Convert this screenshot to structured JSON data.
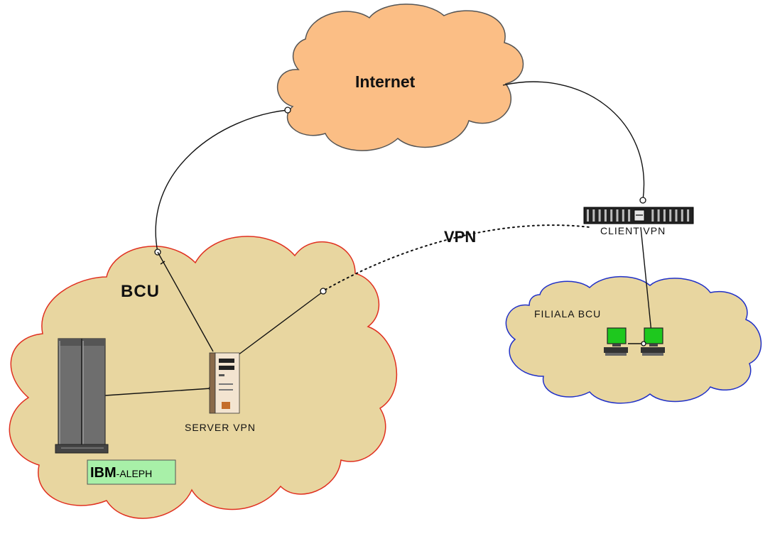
{
  "colors": {
    "internet_cloud_fill": "#fbbe85",
    "internet_cloud_stroke": "#555555",
    "bcu_cloud_fill": "#e8d6a0",
    "bcu_cloud_stroke": "#e03020",
    "filiala_cloud_fill": "#e8d6a0",
    "filiala_cloud_stroke": "#2030c8",
    "ibm_label_fill": "#a8f0a8",
    "workstation_screen": "#1ec81e"
  },
  "labels": {
    "internet": "Internet",
    "vpn": "VPN",
    "bcu": "BCU",
    "client_vpn": "CLIENT VPN",
    "filiala": "FILIALA BCU",
    "server_vpn": "SERVER VPN",
    "ibm_bold": "IBM",
    "ibm_rest": "-ALEPH"
  },
  "icons": {
    "mainframe": "mainframe-server-icon",
    "server": "vpn-server-tower-icon",
    "router": "vpn-client-router-icon",
    "workstation": "workstation-computer-icon"
  }
}
